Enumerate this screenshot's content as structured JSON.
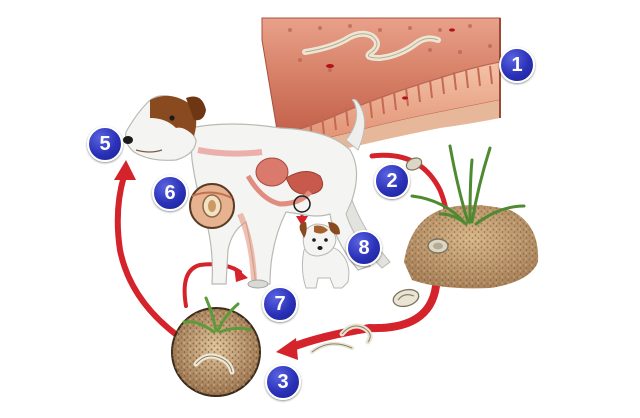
{
  "steps": [
    {
      "label": "1",
      "name": "intestinal-wall-with-adult-worm"
    },
    {
      "label": "2",
      "name": "eggs-passed-in-feces"
    },
    {
      "label": "3",
      "name": "larvae-develop-in-soil"
    },
    {
      "label": "5",
      "name": "oral-ingestion"
    },
    {
      "label": "6",
      "name": "larvae-encysted-in-tissue"
    },
    {
      "label": "7",
      "name": "skin-penetration"
    },
    {
      "label": "8",
      "name": "transmission-to-puppy"
    }
  ],
  "colors": {
    "step_badge": "#2a31b8",
    "arrow": "#d4232b",
    "dog_coat": "#f4f4f2",
    "dog_patch": "#8a4a1f",
    "intestine_wall": "#d9866d",
    "worm": "#ece6d4",
    "soil": "#c9a77a"
  }
}
